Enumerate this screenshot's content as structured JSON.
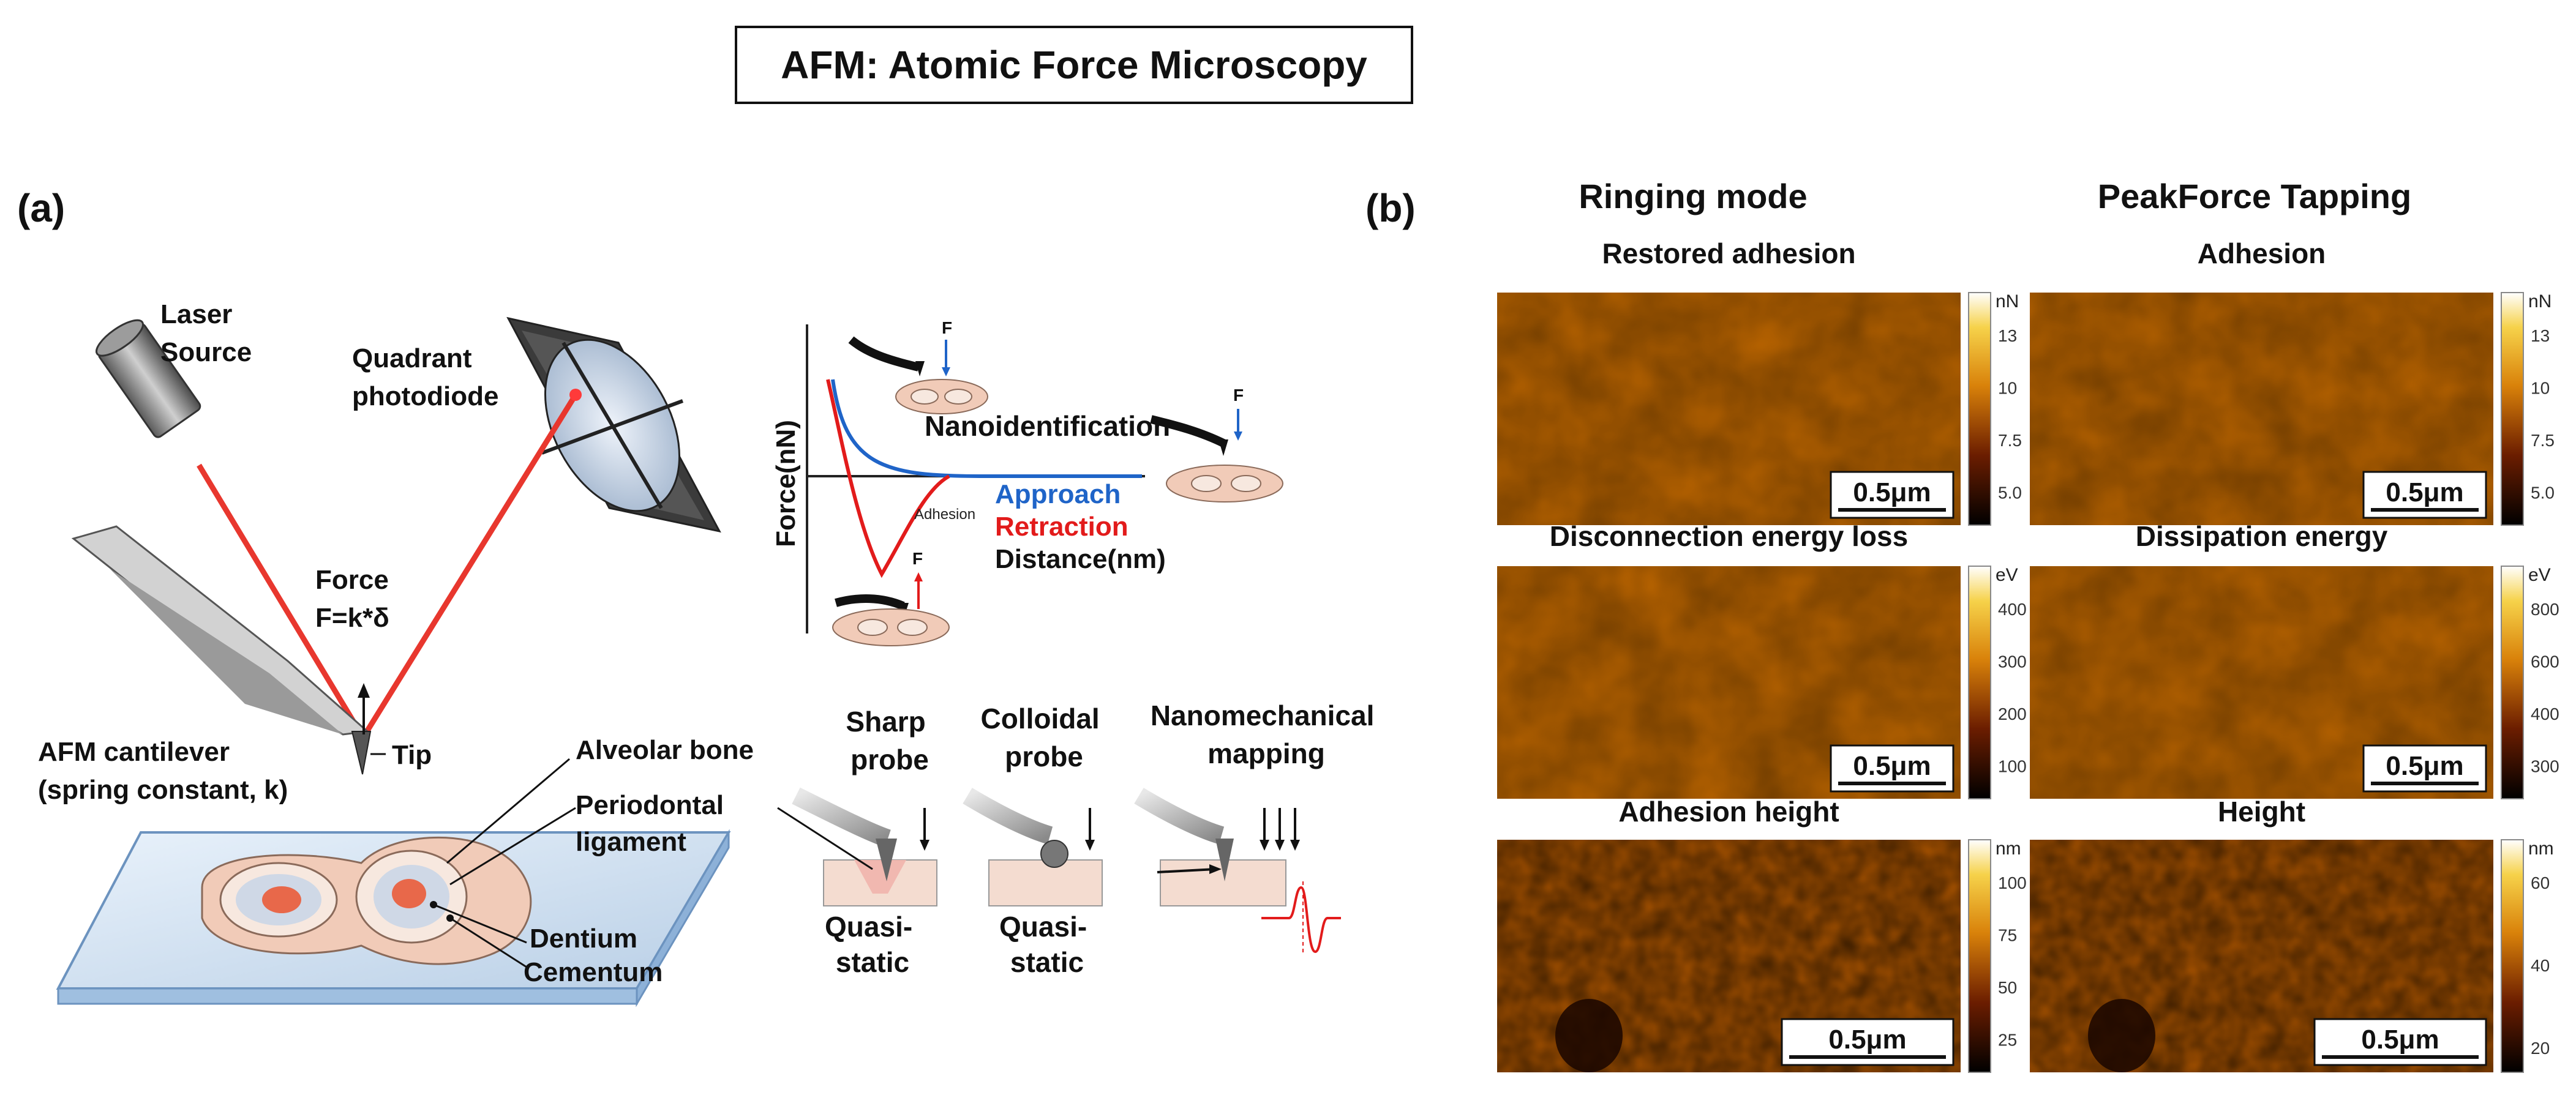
{
  "title": "AFM: Atomic Force Microscopy",
  "panel_a": {
    "label": "(a)",
    "laser": [
      "Laser",
      "Source"
    ],
    "photodiode": [
      "Quadrant",
      "photodiode"
    ],
    "force": [
      "Force",
      "F=k*δ"
    ],
    "tip": "Tip",
    "cantilever": [
      "AFM cantilever",
      "(spring constant, k)"
    ],
    "tissue": {
      "alveolar": "Alveolar bone",
      "pdl": [
        "Periodontal",
        "ligament"
      ],
      "dentium": "Dentium",
      "cementum": "Cementum"
    },
    "curve": {
      "ylabel": "Force(nN)",
      "xlabel": "Distance(nm)",
      "approach": "Approach",
      "retraction": "Retraction",
      "adhesion": "Adhesion",
      "nanoid": "Nanoidentification",
      "f": "F"
    },
    "probes": [
      {
        "name": [
          "Sharp",
          "probe"
        ],
        "mode": [
          "Quasi-",
          "static"
        ]
      },
      {
        "name": [
          "Colloidal",
          "probe"
        ],
        "mode": [
          "Quasi-",
          "static"
        ]
      },
      {
        "name": [
          "Nanomechanical",
          "mapping"
        ],
        "mode": []
      }
    ]
  },
  "panel_b": {
    "label": "(b)",
    "col_titles": [
      "Ringing mode",
      "PeakForce Tapping"
    ],
    "scalebar": "0.5μm",
    "maps": [
      {
        "title": "Restored adhesion",
        "unit": "nN",
        "ticks": [
          "13",
          "10",
          "7.5",
          "5.0"
        ]
      },
      {
        "title": "Adhesion",
        "unit": "nN",
        "ticks": [
          "13",
          "10",
          "7.5",
          "5.0"
        ]
      },
      {
        "title": "Disconnection energy loss",
        "unit": "eV",
        "ticks": [
          "400",
          "300",
          "200",
          "100"
        ]
      },
      {
        "title": "Dissipation energy",
        "unit": "eV",
        "ticks": [
          "800",
          "600",
          "400",
          "300"
        ]
      },
      {
        "title": "Adhesion height",
        "unit": "nm",
        "ticks": [
          "100",
          "75",
          "50",
          "25"
        ]
      },
      {
        "title": "Height",
        "unit": "nm",
        "ticks": [
          "60",
          "40",
          "20"
        ]
      }
    ]
  },
  "colors": {
    "laser": "#e8372e",
    "approach": "#1f64c8",
    "retraction": "#e21b1b",
    "map_dark": "#4a1a00",
    "map_mid": "#c46a00",
    "map_light": "#f4c23a"
  }
}
